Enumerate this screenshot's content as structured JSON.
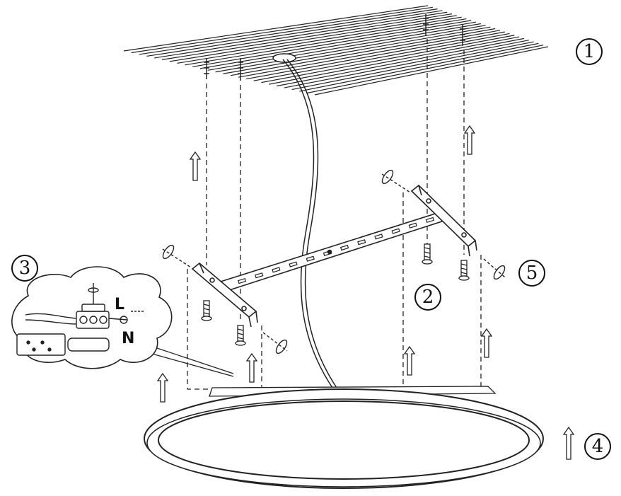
{
  "steps": [
    {
      "id": "step-1",
      "label": "1"
    },
    {
      "id": "step-2",
      "label": "2"
    },
    {
      "id": "step-3",
      "label": "3"
    },
    {
      "id": "step-4",
      "label": "4"
    },
    {
      "id": "step-5",
      "label": "5"
    }
  ],
  "wiring": {
    "live_label": "L",
    "neutral_label": "N"
  },
  "colors": {
    "ink": "#111111",
    "paper": "#ffffff"
  }
}
